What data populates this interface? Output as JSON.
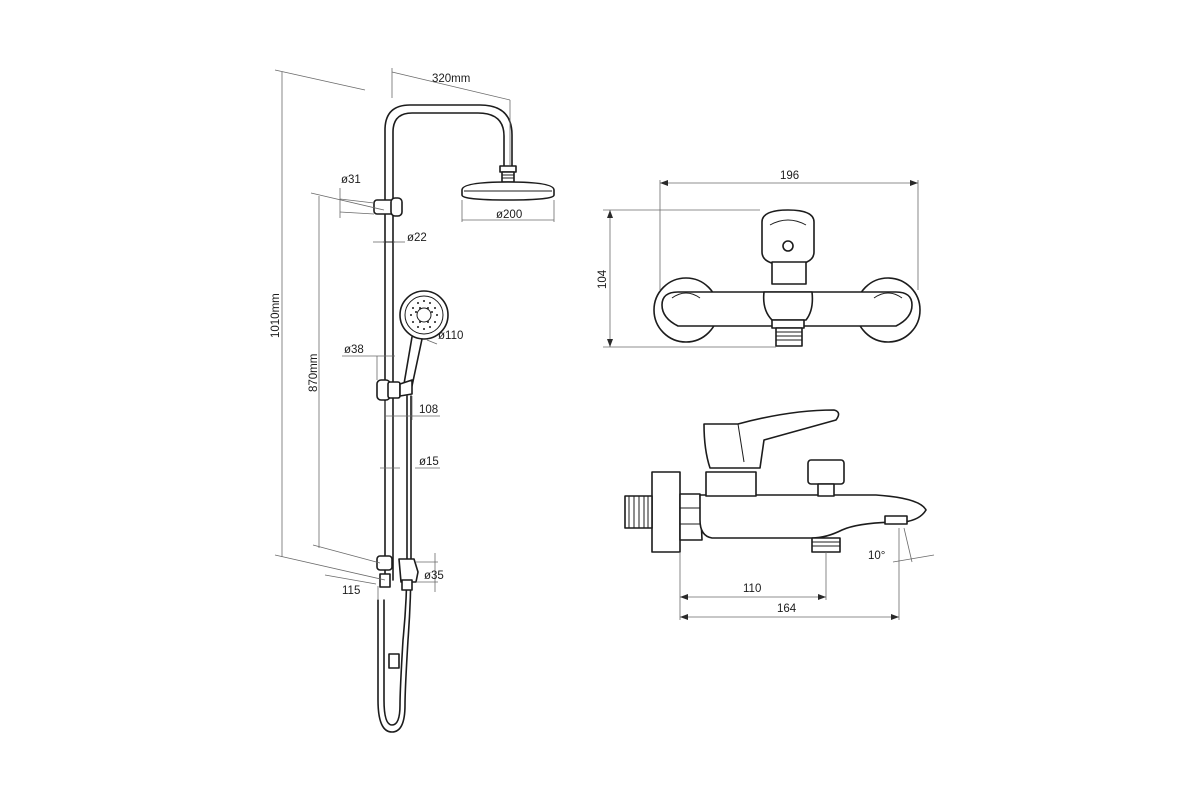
{
  "shower_column": {
    "overhead_width": "320mm",
    "total_height": "1010mm",
    "slide_height": "870mm",
    "top_bracket_diameter": "ø31",
    "upper_pipe_diameter": "ø22",
    "head_diameter": "ø200",
    "hand_shower_diameter": "ø110",
    "holder_diameter": "ø38",
    "holder_offset": "108",
    "hose_diameter": "ø15",
    "bottom_bracket_diameter": "ø35",
    "bottom_bracket_offset": "115"
  },
  "mixer_front": {
    "width": "196",
    "height": "104"
  },
  "mixer_side": {
    "angle": "10°",
    "spout_offset": "110",
    "length": "164"
  }
}
